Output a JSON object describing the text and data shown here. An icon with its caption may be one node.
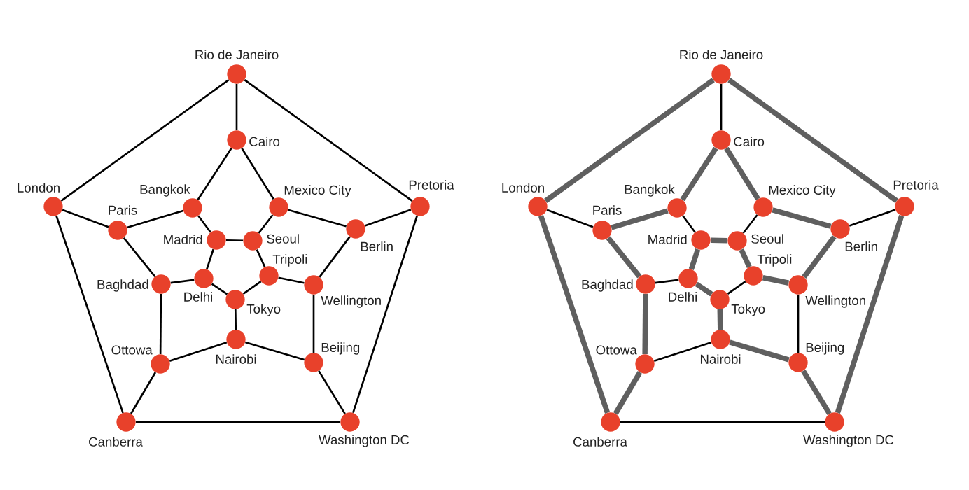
{
  "diagram": {
    "nodes": [
      {
        "text": [],
        "shape": "circle",
        "beside": [
          "Rio de Janeiro"
        ]
      },
      {
        "text": [],
        "shape": "circle",
        "beside": [
          "Cairo"
        ]
      },
      {
        "text": [],
        "shape": "circle",
        "beside": [
          "London"
        ]
      },
      {
        "text": [],
        "shape": "circle",
        "beside": [
          "Bangkok"
        ]
      },
      {
        "text": [],
        "shape": "circle",
        "beside": [
          "Mexico City"
        ]
      },
      {
        "text": [],
        "shape": "circle",
        "beside": [
          "Pretoria"
        ]
      },
      {
        "text": [],
        "shape": "circle",
        "beside": [
          "Paris"
        ]
      },
      {
        "text": [],
        "shape": "circle",
        "beside": [
          "Berlin"
        ]
      },
      {
        "text": [],
        "shape": "circle",
        "beside": [
          "Madrid"
        ]
      },
      {
        "text": [],
        "shape": "circle",
        "beside": [
          "Seoul"
        ]
      },
      {
        "text": [],
        "shape": "circle",
        "beside": [
          "Baghdad"
        ]
      },
      {
        "text": [],
        "shape": "circle",
        "beside": [
          "Delhi"
        ]
      },
      {
        "text": [],
        "shape": "circle",
        "beside": [
          "Tripoli"
        ]
      },
      {
        "text": [],
        "shape": "circle",
        "beside": [
          "Wellington"
        ]
      },
      {
        "text": [],
        "shape": "circle",
        "beside": [
          "Tokyo"
        ]
      },
      {
        "text": [],
        "shape": "circle",
        "beside": [
          "Nairobi"
        ]
      },
      {
        "text": [],
        "shape": "circle",
        "beside": [
          "Ottowa"
        ]
      },
      {
        "text": [],
        "shape": "circle",
        "beside": [
          "Beijing"
        ]
      },
      {
        "text": [],
        "shape": "circle",
        "beside": [
          "Canberra"
        ]
      },
      {
        "text": [],
        "shape": "circle",
        "beside": [
          "Washington DC"
        ]
      },
      {
        "text": [],
        "shape": "circle",
        "beside": [
          "Rio de Janeiro"
        ]
      },
      {
        "text": [],
        "shape": "circle",
        "beside": [
          "Cairo"
        ]
      },
      {
        "text": [],
        "shape": "circle",
        "beside": [
          "London"
        ]
      },
      {
        "text": [],
        "shape": "circle",
        "beside": [
          "Bangkok"
        ]
      },
      {
        "text": [],
        "shape": "circle",
        "beside": [
          "Mexico City"
        ]
      },
      {
        "text": [],
        "shape": "circle",
        "beside": [
          "Pretoria"
        ]
      },
      {
        "text": [],
        "shape": "circle",
        "beside": [
          "Paris"
        ]
      },
      {
        "text": [],
        "shape": "circle",
        "beside": [
          "Berlin"
        ]
      },
      {
        "text": [],
        "shape": "circle",
        "beside": [
          "Madrid"
        ]
      },
      {
        "text": [],
        "shape": "circle",
        "beside": [
          "Seoul"
        ]
      },
      {
        "text": [],
        "shape": "circle",
        "beside": [
          "Baghdad"
        ]
      },
      {
        "text": [],
        "shape": "circle",
        "beside": [
          "Delhi"
        ]
      },
      {
        "text": [],
        "shape": "circle",
        "beside": [
          "Tripoli"
        ]
      },
      {
        "text": [],
        "shape": "circle",
        "beside": [
          "Wellington"
        ]
      },
      {
        "text": [],
        "shape": "circle",
        "beside": [
          "Tokyo"
        ]
      },
      {
        "text": [],
        "shape": "circle",
        "beside": [
          "Nairobi"
        ]
      },
      {
        "text": [],
        "shape": "circle",
        "beside": [
          "Ottowa"
        ]
      },
      {
        "text": [],
        "shape": "circle",
        "beside": [
          "Beijing"
        ]
      },
      {
        "text": [],
        "shape": "circle",
        "beside": [
          "Canberra"
        ]
      },
      {
        "text": [],
        "shape": "circle",
        "beside": [
          "Washington DC"
        ]
      }
    ],
    "edges": [
      {
        "from": 0,
        "to": 2,
        "arrow": "none"
      },
      {
        "from": 0,
        "to": 5,
        "arrow": "none"
      },
      {
        "from": 2,
        "to": 18,
        "arrow": "none"
      },
      {
        "from": 5,
        "to": 19,
        "arrow": "none"
      },
      {
        "from": 18,
        "to": 19,
        "arrow": "none"
      },
      {
        "from": 0,
        "to": 1,
        "arrow": "none"
      },
      {
        "from": 2,
        "to": 6,
        "arrow": "none"
      },
      {
        "from": 5,
        "to": 7,
        "arrow": "none"
      },
      {
        "from": 18,
        "to": 16,
        "arrow": "none"
      },
      {
        "from": 19,
        "to": 17,
        "arrow": "none"
      },
      {
        "from": 1,
        "to": 3,
        "arrow": "none"
      },
      {
        "from": 3,
        "to": 6,
        "arrow": "none"
      },
      {
        "from": 6,
        "to": 10,
        "arrow": "none"
      },
      {
        "from": 10,
        "to": 16,
        "arrow": "none"
      },
      {
        "from": 16,
        "to": 15,
        "arrow": "none"
      },
      {
        "from": 15,
        "to": 17,
        "arrow": "none"
      },
      {
        "from": 17,
        "to": 13,
        "arrow": "none"
      },
      {
        "from": 13,
        "to": 7,
        "arrow": "none"
      },
      {
        "from": 7,
        "to": 4,
        "arrow": "none"
      },
      {
        "from": 4,
        "to": 1,
        "arrow": "none"
      },
      {
        "from": 3,
        "to": 8,
        "arrow": "none"
      },
      {
        "from": 10,
        "to": 11,
        "arrow": "none"
      },
      {
        "from": 15,
        "to": 14,
        "arrow": "none"
      },
      {
        "from": 13,
        "to": 12,
        "arrow": "none"
      },
      {
        "from": 4,
        "to": 9,
        "arrow": "none"
      },
      {
        "from": 8,
        "to": 9,
        "arrow": "none"
      },
      {
        "from": 9,
        "to": 12,
        "arrow": "none"
      },
      {
        "from": 12,
        "to": 14,
        "arrow": "none"
      },
      {
        "from": 14,
        "to": 11,
        "arrow": "none"
      },
      {
        "from": 11,
        "to": 8,
        "arrow": "none"
      },
      {
        "from": 20,
        "to": 22,
        "arrow": "none",
        "style": "thick",
        "color": "#5f5f5f"
      },
      {
        "from": 20,
        "to": 25,
        "arrow": "none",
        "style": "thick",
        "color": "#5f5f5f"
      },
      {
        "from": 22,
        "to": 38,
        "arrow": "none",
        "style": "thick",
        "color": "#5f5f5f"
      },
      {
        "from": 25,
        "to": 39,
        "arrow": "none",
        "style": "thick",
        "color": "#5f5f5f"
      },
      {
        "from": 38,
        "to": 39,
        "arrow": "none"
      },
      {
        "from": 20,
        "to": 21,
        "arrow": "none"
      },
      {
        "from": 22,
        "to": 26,
        "arrow": "none"
      },
      {
        "from": 25,
        "to": 27,
        "arrow": "none"
      },
      {
        "from": 38,
        "to": 36,
        "arrow": "none",
        "style": "thick",
        "color": "#5f5f5f"
      },
      {
        "from": 39,
        "to": 37,
        "arrow": "none",
        "style": "thick",
        "color": "#5f5f5f"
      },
      {
        "from": 21,
        "to": 23,
        "arrow": "none",
        "style": "thick",
        "color": "#5f5f5f"
      },
      {
        "from": 23,
        "to": 26,
        "arrow": "none",
        "style": "thick",
        "color": "#5f5f5f"
      },
      {
        "from": 26,
        "to": 30,
        "arrow": "none",
        "style": "thick",
        "color": "#5f5f5f"
      },
      {
        "from": 30,
        "to": 36,
        "arrow": "none",
        "style": "thick",
        "color": "#5f5f5f"
      },
      {
        "from": 36,
        "to": 35,
        "arrow": "none"
      },
      {
        "from": 35,
        "to": 37,
        "arrow": "none",
        "style": "thick",
        "color": "#5f5f5f"
      },
      {
        "from": 37,
        "to": 33,
        "arrow": "none"
      },
      {
        "from": 33,
        "to": 27,
        "arrow": "none",
        "style": "thick",
        "color": "#5f5f5f"
      },
      {
        "from": 27,
        "to": 24,
        "arrow": "none",
        "style": "thick",
        "color": "#5f5f5f"
      },
      {
        "from": 24,
        "to": 21,
        "arrow": "none",
        "style": "thick",
        "color": "#5f5f5f"
      },
      {
        "from": 23,
        "to": 28,
        "arrow": "none"
      },
      {
        "from": 30,
        "to": 31,
        "arrow": "none"
      },
      {
        "from": 35,
        "to": 34,
        "arrow": "none",
        "style": "thick",
        "color": "#5f5f5f"
      },
      {
        "from": 33,
        "to": 32,
        "arrow": "none",
        "style": "thick",
        "color": "#5f5f5f"
      },
      {
        "from": 24,
        "to": 29,
        "arrow": "none"
      },
      {
        "from": 28,
        "to": 29,
        "arrow": "none",
        "style": "thick",
        "color": "#5f5f5f"
      },
      {
        "from": 29,
        "to": 32,
        "arrow": "none",
        "style": "thick",
        "color": "#5f5f5f"
      },
      {
        "from": 32,
        "to": 34,
        "arrow": "none"
      },
      {
        "from": 34,
        "to": 31,
        "arrow": "none",
        "style": "thick",
        "color": "#5f5f5f"
      },
      {
        "from": 31,
        "to": 28,
        "arrow": "none",
        "style": "thick",
        "color": "#5f5f5f"
      }
    ]
  }
}
